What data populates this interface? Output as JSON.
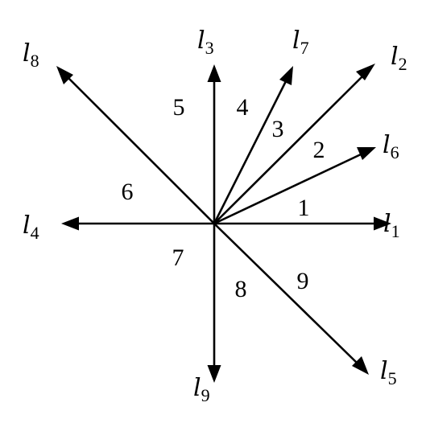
{
  "ray_labels": {
    "l1": {
      "letter": "l",
      "sub": "1"
    },
    "l2": {
      "letter": "l",
      "sub": "2"
    },
    "l3": {
      "letter": "l",
      "sub": "3"
    },
    "l4": {
      "letter": "l",
      "sub": "4"
    },
    "l5": {
      "letter": "l",
      "sub": "5"
    },
    "l6": {
      "letter": "l",
      "sub": "6"
    },
    "l7": {
      "letter": "l",
      "sub": "7"
    },
    "l8": {
      "letter": "l",
      "sub": "8"
    },
    "l9": {
      "letter": "l",
      "sub": "9"
    }
  },
  "region_labels": {
    "r1": "1",
    "r2": "2",
    "r3": "3",
    "r4": "4",
    "r5": "5",
    "r6": "6",
    "r7": "7",
    "r8": "8",
    "r9": "9"
  }
}
